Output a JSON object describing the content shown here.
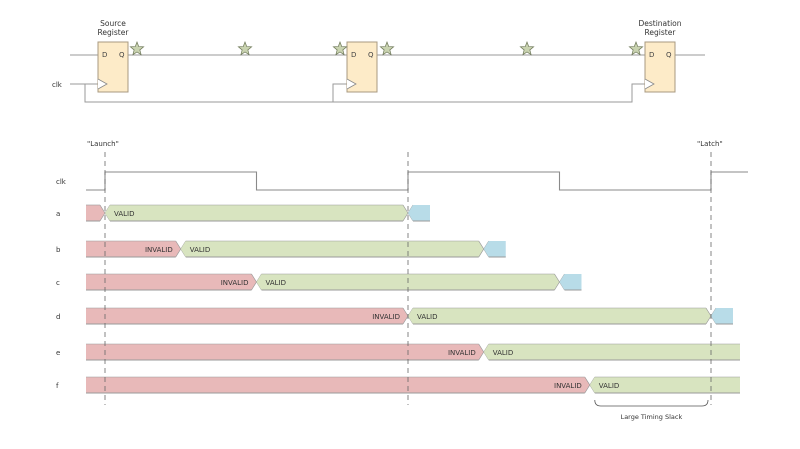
{
  "schematic": {
    "registers": [
      {
        "id": "source",
        "title_lines": [
          "Source",
          "Register"
        ],
        "d_pin": "D",
        "q_pin": "Q"
      },
      {
        "id": "middle",
        "title_lines": [],
        "d_pin": "D",
        "q_pin": "Q"
      },
      {
        "id": "destination",
        "title_lines": [
          "Destination",
          "Register"
        ],
        "d_pin": "D",
        "q_pin": "Q"
      }
    ],
    "clock_label": "clk",
    "star_count": 6,
    "colors": {
      "register_fill": "#fdebc8",
      "register_stroke": "#a89a80",
      "wire": "#9a9a9a",
      "star_fill": "#c9d3b0",
      "star_stroke": "#6c7656"
    }
  },
  "timing": {
    "launch_label": "\"Launch\"",
    "latch_label": "\"Latch\"",
    "clock_label": "clk",
    "slack_label": "Large Timing Slack",
    "invalid_label": "INVALID",
    "valid_label": "VALID",
    "colors": {
      "invalid": "#e8b9b9",
      "valid": "#d8e4c0",
      "next": "#b8dce8",
      "edge": "#9a9a9a",
      "dashed": "#666666"
    },
    "signals": [
      {
        "name": "a",
        "valid_fraction": 0.0,
        "show_invalid_label": false,
        "next_at": 1.0
      },
      {
        "name": "b",
        "valid_fraction": 0.25,
        "show_invalid_label": true,
        "next_at": 1.25
      },
      {
        "name": "c",
        "valid_fraction": 0.5,
        "show_invalid_label": true,
        "next_at": 1.5
      },
      {
        "name": "d",
        "valid_fraction": 1.0,
        "show_invalid_label": true,
        "next_at": 2.0
      },
      {
        "name": "e",
        "valid_fraction": 1.25,
        "show_invalid_label": true,
        "next_at": null
      },
      {
        "name": "f",
        "valid_fraction": 1.6,
        "show_invalid_label": true,
        "next_at": null
      }
    ]
  }
}
